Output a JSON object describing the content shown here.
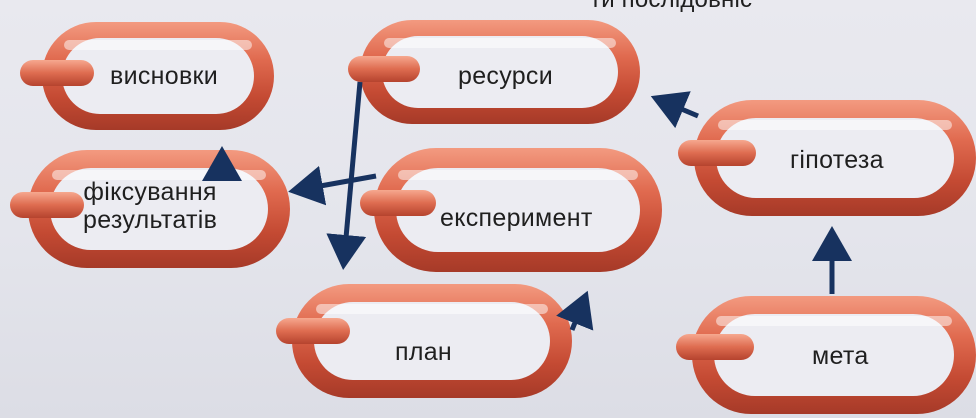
{
  "header": {
    "text": "ти послідовніс"
  },
  "links": {
    "conclusions": "висновки",
    "resources": "ресурси",
    "hypothesis": "гіпотеза",
    "recording_line1": "фіксування",
    "recording_line2": "результатів",
    "experiment": "експеримент",
    "plan": "план",
    "goal": "мета"
  },
  "colors": {
    "chain_outer": "#c84b35",
    "chain_inner": "#f7b39a",
    "chain_highlight": "#fde6dc",
    "link_inside": "#ececf2",
    "arrow": "#17325f"
  }
}
